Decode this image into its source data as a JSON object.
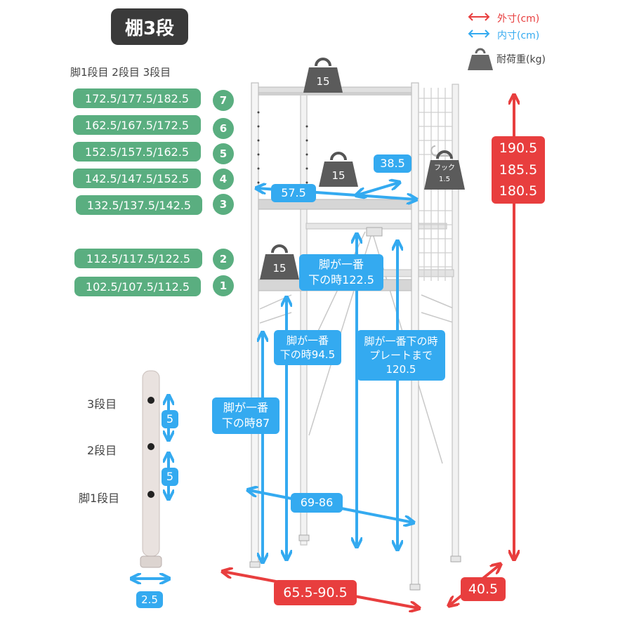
{
  "title": "棚3段",
  "legend": {
    "outer": "外寸(cm)",
    "inner": "内寸(cm)",
    "load": "耐荷重(kg)",
    "outer_color": "#e83e3e",
    "inner_color": "#34aaf0"
  },
  "height_header": "脚1段目 2段目 3段目",
  "heights": [
    {
      "value": "172.5/177.5/182.5",
      "step": "7"
    },
    {
      "value": "162.5/167.5/172.5",
      "step": "6"
    },
    {
      "value": "152.5/157.5/162.5",
      "step": "5"
    },
    {
      "value": "142.5/147.5/152.5",
      "step": "4"
    },
    {
      "value": "132.5/137.5/142.5",
      "step": "3"
    },
    {
      "value": "112.5/117.5/122.5",
      "step": "2"
    },
    {
      "value": "102.5/107.5/112.5",
      "step": "1"
    }
  ],
  "weights": {
    "top": "15",
    "middle": "15",
    "bottom": "15"
  },
  "hook": {
    "label": "フック",
    "value": "1.5"
  },
  "dims": {
    "shelf_width": "57.5",
    "shelf_depth": "38.5",
    "bottom_122": "脚が一番\n下の時122.5",
    "bottom_94": "脚が一番\n下の時94.5",
    "plate_120": "脚が一番下の時\nプレートまで\n120.5",
    "bottom_87": "脚が一番\n下の時87",
    "inner_width": "69-86",
    "outer_width": "65.5-90.5",
    "outer_depth": "40.5",
    "outer_height": "190.5\n185.5\n180.5"
  },
  "leg": {
    "level3": "3段目",
    "level2": "2段目",
    "level1": "脚1段目",
    "gap1": "5",
    "gap2": "5",
    "diameter": "2.5"
  },
  "brand_colors": {
    "green": "#5aae80",
    "red": "#e83e3e",
    "blue": "#34aaf0",
    "dark": "#3a3a3a"
  }
}
